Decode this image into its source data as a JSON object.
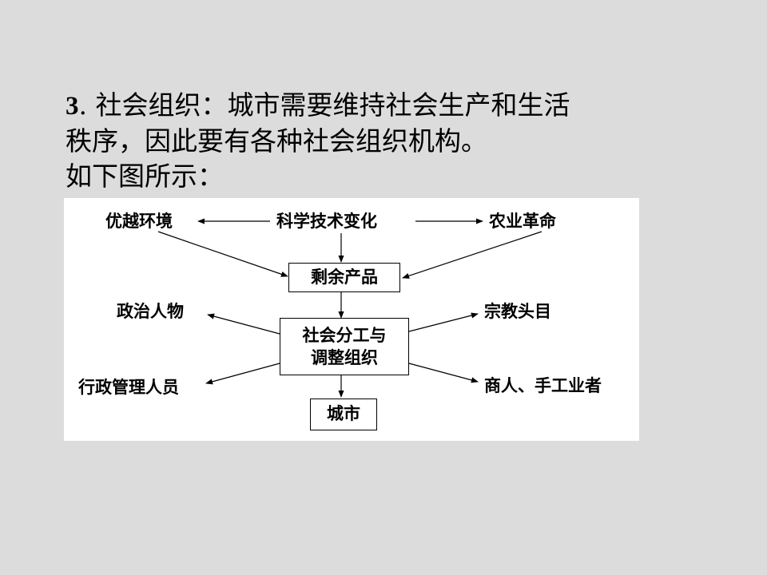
{
  "slide": {
    "point_number": "3",
    "point_separator": ".",
    "line1_text": " 社会组织：城市需要维持社会生产和生活",
    "line2_text": "秩序，因此要有各种社会组织机构。",
    "line3_text": "如下图所示："
  },
  "diagram": {
    "nodes": {
      "favorable_env": "优越环境",
      "tech_change": "科学技术变化",
      "agri_revolution": "农业革命",
      "surplus": "剩余产品",
      "politicians": "政治人物",
      "religious_leaders": "宗教头目",
      "division_line1": "社会分工与",
      "division_line2": "调整组织",
      "administrators": "行政管理人员",
      "merchants": "商人、手工业者",
      "city": "城市"
    }
  }
}
